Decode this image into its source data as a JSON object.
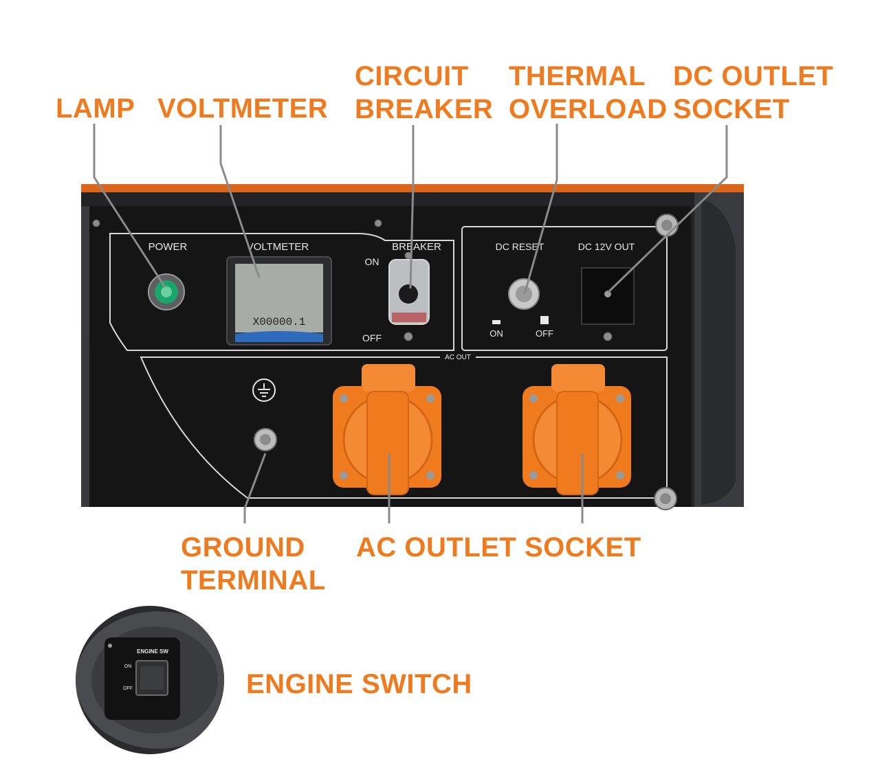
{
  "callouts": {
    "lamp": "LAMP",
    "voltmeter": "VOLTMETER",
    "circuit_breaker": [
      "CIRCUIT",
      "BREAKER"
    ],
    "thermal_overload": [
      "THERMAL",
      "OVERLOAD"
    ],
    "dc_outlet_socket": [
      "DC OUTLET",
      "SOCKET"
    ],
    "ground_terminal": [
      "GROUND",
      "TERMINAL"
    ],
    "ac_outlet_socket": "AC OUTLET SOCKET",
    "engine_switch": "ENGINE SWITCH"
  },
  "panel_labels": {
    "power": "POWER",
    "voltmeter": "VOLTMETER",
    "breaker": "BREAKER",
    "breaker_on": "ON",
    "breaker_off": "OFF",
    "dc_reset": "DC RESET",
    "dc_12v_out": "DC 12V OUT",
    "reset_on": "ON",
    "reset_off": "OFF",
    "ac_out": "AC OUT",
    "meter_reading": "X00000.1"
  },
  "engine_labels": {
    "title": "ENGINE SW",
    "on": "ON",
    "off": "OFF"
  },
  "colors": {
    "accent_orange": "#f07a1e",
    "panel_black": "#1c1c1e",
    "leader_gray": "#8a8a8a"
  }
}
